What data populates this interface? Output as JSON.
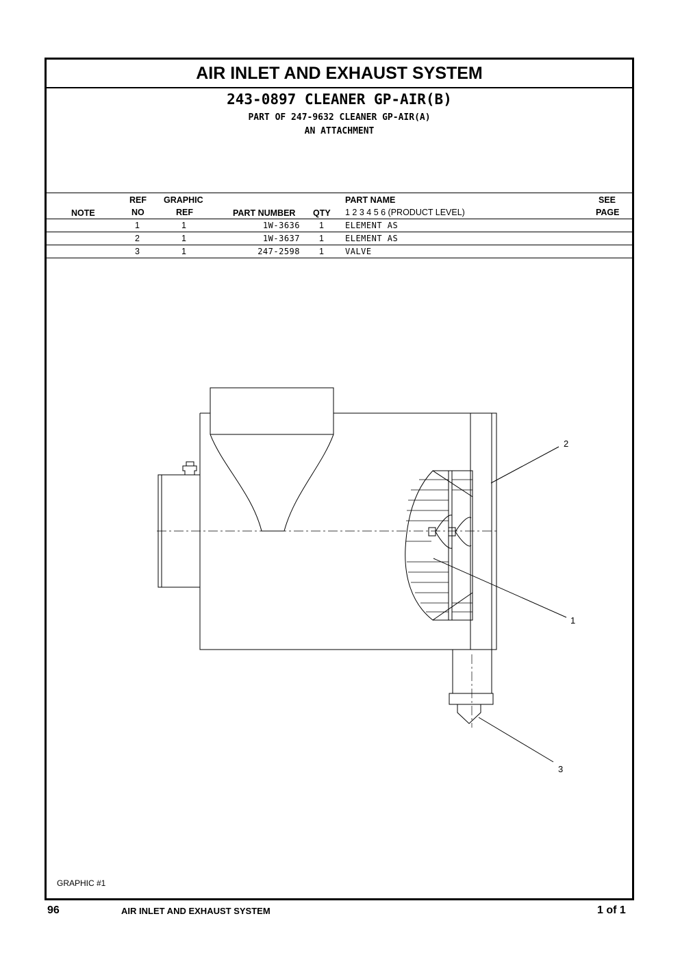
{
  "header": {
    "title": "AIR INLET AND EXHAUST SYSTEM",
    "subtitle": "243-0897 CLEANER GP-AIR(B)",
    "part_of": "PART OF 247-9632 CLEANER GP-AIR(A)",
    "attachment": "AN ATTACHMENT"
  },
  "table": {
    "columns": {
      "note": "NOTE",
      "ref_no_1": "REF",
      "ref_no_2": "NO",
      "graphic_ref_1": "GRAPHIC",
      "graphic_ref_2": "REF",
      "part_number": "PART NUMBER",
      "qty": "QTY",
      "part_name_1": "PART NAME",
      "part_name_2": "1 2 3 4 5 6 (PRODUCT LEVEL)",
      "see_page_1": "SEE",
      "see_page_2": "PAGE"
    },
    "rows": [
      {
        "note": "",
        "ref_no": "1",
        "graphic_ref": "1",
        "part_number": "1W-3636",
        "qty": "1",
        "part_name": "ELEMENT AS",
        "see_page": ""
      },
      {
        "note": "",
        "ref_no": "2",
        "graphic_ref": "1",
        "part_number": "1W-3637",
        "qty": "1",
        "part_name": "ELEMENT AS",
        "see_page": ""
      },
      {
        "note": "",
        "ref_no": "3",
        "graphic_ref": "1",
        "part_number": "247-2598",
        "qty": "1",
        "part_name": "VALVE",
        "see_page": ""
      }
    ]
  },
  "drawing": {
    "callouts": [
      "2",
      "1",
      "3"
    ],
    "graphic_label": "GRAPHIC #1"
  },
  "footer": {
    "page_number": "96",
    "section": "AIR INLET AND EXHAUST SYSTEM",
    "page_count": "1 of 1"
  }
}
